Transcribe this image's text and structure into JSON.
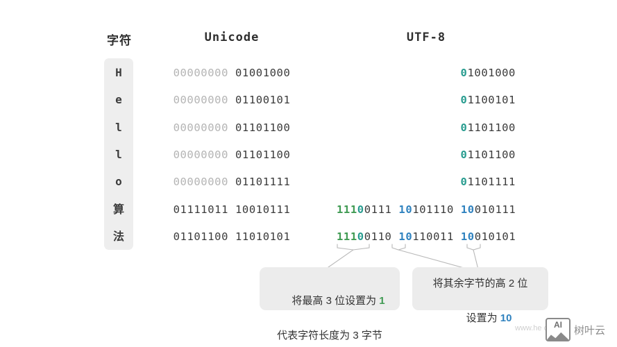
{
  "figure": {
    "headers": {
      "char": "字符",
      "unicode": "Unicode",
      "utf8": "UTF-8"
    },
    "rows": [
      {
        "char": "H",
        "unicode_dim": "00000000",
        "unicode_dark": "01001000",
        "utf8": [
          {
            "text": "0",
            "color": "teal"
          },
          {
            "text": "1001000",
            "color": "dark"
          }
        ]
      },
      {
        "char": "e",
        "unicode_dim": "00000000",
        "unicode_dark": "01100101",
        "utf8": [
          {
            "text": "0",
            "color": "teal"
          },
          {
            "text": "1100101",
            "color": "dark"
          }
        ]
      },
      {
        "char": "l",
        "unicode_dim": "00000000",
        "unicode_dark": "01101100",
        "utf8": [
          {
            "text": "0",
            "color": "teal"
          },
          {
            "text": "1101100",
            "color": "dark"
          }
        ]
      },
      {
        "char": "l",
        "unicode_dim": "00000000",
        "unicode_dark": "01101100",
        "utf8": [
          {
            "text": "0",
            "color": "teal"
          },
          {
            "text": "1101100",
            "color": "dark"
          }
        ]
      },
      {
        "char": "o",
        "unicode_dim": "00000000",
        "unicode_dark": "01101111",
        "utf8": [
          {
            "text": "0",
            "color": "teal"
          },
          {
            "text": "1101111",
            "color": "dark"
          }
        ]
      },
      {
        "char": "算",
        "unicode_dim": "",
        "unicode_dark": "01111011 10010111",
        "utf8": [
          {
            "text": "111",
            "color": "green"
          },
          {
            "text": "0",
            "color": "teal"
          },
          {
            "text": "0111 ",
            "color": "dark"
          },
          {
            "text": "10",
            "color": "blue"
          },
          {
            "text": "101110 ",
            "color": "dark"
          },
          {
            "text": "10",
            "color": "blue"
          },
          {
            "text": "010111",
            "color": "dark"
          }
        ]
      },
      {
        "char": "法",
        "unicode_dim": "",
        "unicode_dark": "01101100 11010101",
        "utf8": [
          {
            "text": "111",
            "color": "green"
          },
          {
            "text": "0",
            "color": "teal"
          },
          {
            "text": "0110 ",
            "color": "dark"
          },
          {
            "text": "10",
            "color": "blue"
          },
          {
            "text": "110011 ",
            "color": "dark"
          },
          {
            "text": "10",
            "color": "blue"
          },
          {
            "text": "010101",
            "color": "dark"
          }
        ]
      }
    ],
    "callouts": [
      {
        "id": "callout-1",
        "line1_pre": "将最高 3 位设置为 ",
        "line1_hl": "1",
        "line1_hl_color": "green",
        "line2": "代表字符长度为 3 字节"
      },
      {
        "id": "callout-2",
        "line1": "将其余字节的高 2 位",
        "line2_pre": "设置为 ",
        "line2_hl": "10",
        "line2_hl_color": "blue"
      }
    ],
    "colors": {
      "green": "#3f9a52",
      "teal": "#269b8e",
      "blue": "#2f82bf",
      "dark": "#3b3b3b",
      "dim": "#b4b4b4",
      "callout_bg": "#ececec",
      "char_col_bg": "#eeeeee"
    },
    "watermark": {
      "url": "www.he          o      om",
      "badge_label": "AI",
      "text": "树叶云"
    }
  }
}
